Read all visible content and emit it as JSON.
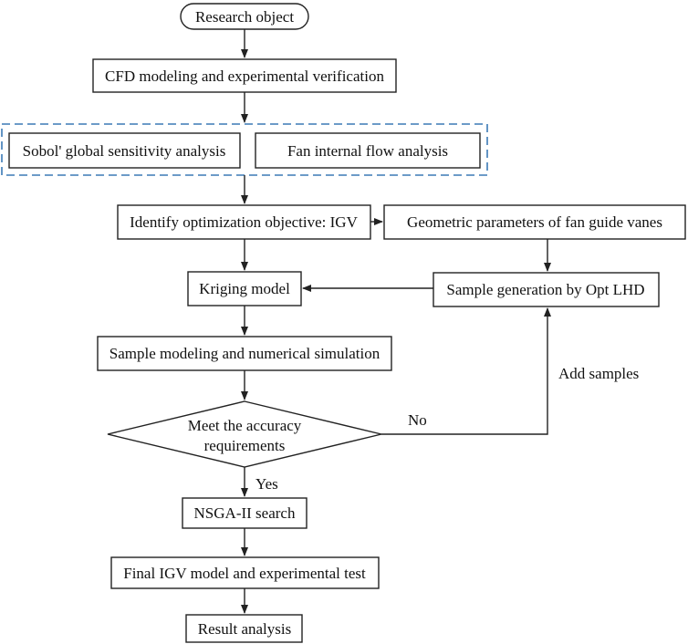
{
  "nodes": {
    "research_object": "Research object",
    "cfd_modeling": "CFD modeling and experimental verification",
    "sobol_analysis": "Sobol' global sensitivity analysis",
    "internal_flow": "Fan internal flow analysis",
    "identify_objective": "Identify optimization objective: IGV",
    "geometric_params": "Geometric parameters of fan guide vanes",
    "kriging_model": "Kriging model",
    "sample_generation": "Sample generation by Opt LHD",
    "sample_modeling": "Sample modeling and numerical simulation",
    "decision_line1": "Meet the accuracy",
    "decision_line2": "requirements",
    "nsga_search": "NSGA-II search",
    "final_model": "Final IGV model and experimental test",
    "result_analysis": "Result analysis"
  },
  "edge_labels": {
    "no": "No",
    "yes": "Yes",
    "add_samples": "Add samples"
  },
  "colors": {
    "stroke": "#222222",
    "dashed_group": "#3b7ab5",
    "background": "#ffffff"
  }
}
